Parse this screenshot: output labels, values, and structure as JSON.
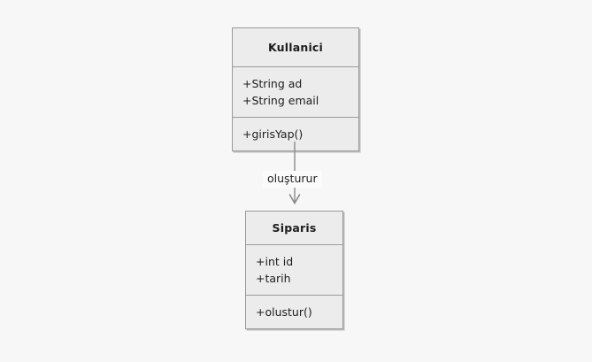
{
  "diagram": {
    "type": "uml-class-diagram",
    "background_color": "#f7f7f7",
    "box_fill_color": "#ececec",
    "box_border_color": "#9a9a9a",
    "text_color": "#1d1d1d",
    "connector_color": "#8a8a8a",
    "classes": [
      {
        "id": "kullanici",
        "name": "Kullanici",
        "attributes": [
          "+String ad",
          "+String email"
        ],
        "methods": [
          "+girisYap()"
        ]
      },
      {
        "id": "siparis",
        "name": "Siparis",
        "attributes": [
          "+int id",
          "+tarih"
        ],
        "methods": [
          "+olustur()"
        ]
      }
    ],
    "relationships": [
      {
        "from": "Kullanici",
        "to": "Siparis",
        "label": "oluşturur",
        "arrow": "open-arrow",
        "direction": "down"
      }
    ]
  }
}
